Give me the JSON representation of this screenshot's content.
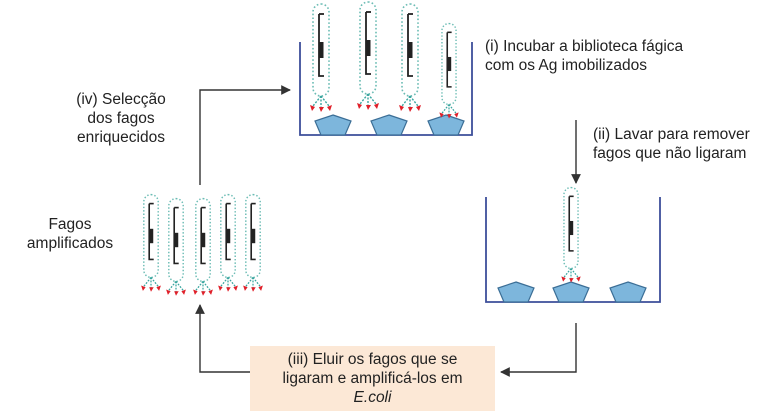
{
  "steps": {
    "step1": {
      "line1": "(i) Incubar a biblioteca fágica",
      "line2": "com os Ag imobilizados"
    },
    "step2": {
      "line1": "(ii) Lavar para remover",
      "line2": "fagos que não ligaram"
    },
    "step3": {
      "line1": "(iii) Eluir os fagos que se",
      "line2": "ligaram e amplificá-los em",
      "line3": "E.coli"
    },
    "step4": {
      "line1": "(iv) Selecção",
      "line2": "dos fagos",
      "line3": "enriquecidos"
    }
  },
  "amplified": {
    "line1": "Fagos",
    "line2": "amplificados"
  },
  "colors": {
    "well": "#3d4f9a",
    "arrow": "#333333",
    "antigen_fill": "#7db6dc",
    "antigen_stroke": "#3b6e96",
    "capsid": "#6bbcb4",
    "fiber": "#3aa6a0",
    "tip": "#e0202a",
    "label_box": "#fce8d6"
  }
}
